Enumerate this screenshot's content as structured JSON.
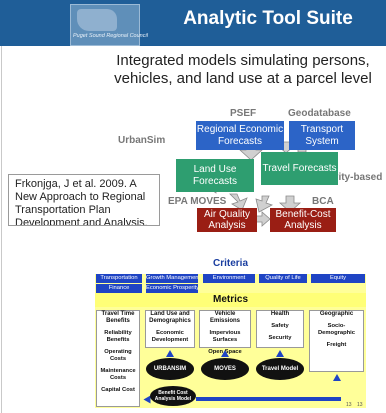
{
  "header": {
    "logo_text": "Puget Sound Regional Council",
    "title": "Analytic Tool Suite"
  },
  "subtitle_lines": [
    "Integrated models simulating persons,",
    "vehicles, and land use at a parcel level"
  ],
  "flow": {
    "labels": {
      "psef": "PSEF",
      "geodatabase": "Geodatabase",
      "urbansim": "UrbanSim",
      "activity_based": "Activity-based",
      "epa_moves": "EPA MOVES",
      "bca": "BCA"
    },
    "boxes": {
      "regional_economic": "Regional Economic Forecasts",
      "transport_system": "Transport System",
      "land_use": "Land Use Forecasts",
      "travel": "Travel Forecasts",
      "air_quality": "Air Quality Analysis",
      "benefit_cost": "Benefit-Cost Analysis"
    },
    "colors": {
      "blue": "#2c64c7",
      "green": "#2e9e70",
      "red": "#9a1e14"
    }
  },
  "citation": "Frkonjga, J et al. 2009. A New Approach to Regional Transportation Plan Development and Analysis.",
  "criteria_chart": {
    "title": "Criteria",
    "criteria_row1": [
      "Transportation",
      "Growth Management",
      "Environment",
      "Quality of Life",
      "Equity"
    ],
    "criteria_row2": [
      "Finance",
      "Economic Prosperity"
    ],
    "metrics_title": "Metrics",
    "columns": [
      {
        "header": "Travel Time Benefits",
        "items": [
          "Reliability Benefits",
          "Operating Costs",
          "Maintenance Costs",
          "Capital Cost"
        ]
      },
      {
        "header": "Land Use and Demographics",
        "items": [
          "Economic Development"
        ]
      },
      {
        "header": "Vehicle Emissions",
        "items": [
          "Impervious Surfaces",
          "Open Space"
        ]
      },
      {
        "header": "Health",
        "items": [
          "Safety",
          "Security"
        ]
      },
      {
        "header": "Geographic",
        "items": [
          "Socio-Demographic",
          "Freight"
        ]
      }
    ],
    "models": [
      "URBANSIM",
      "MOVES",
      "Travel Model",
      "Benefit Cost Analysis Model"
    ],
    "page_numbers": [
      "13",
      "13"
    ],
    "colors": {
      "background": "#ffff99",
      "tag": "#1f44c4"
    }
  }
}
